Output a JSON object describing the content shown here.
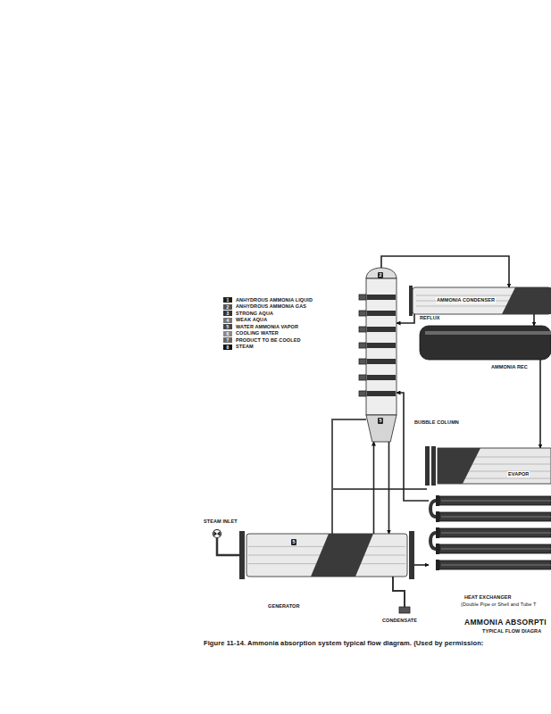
{
  "diagram": {
    "title": "AMMONIA ABSORPTI",
    "caption": "Figure 11-14. Ammonia absorption system typical flow diagram. (Used by permission:",
    "nodes": [
      {
        "text": [
          "AMMONIA CONDENSER"
        ]
      },
      {
        "text": [
          "BUBBLE COLUMN"
        ]
      },
      {
        "text": [
          "AMMONIA REC"
        ]
      },
      {
        "text": [
          "EVAPOR"
        ]
      },
      {
        "text": [
          "GENERATOR"
        ]
      },
      {
        "text": [
          "HEAT EXCHANGER",
          "(Double Pipe or Shell and Tube T"
        ]
      }
    ],
    "edges": [
      {
        "from": 1,
        "to": 0,
        "arrow": "to"
      },
      {
        "from": 0,
        "to": 1,
        "label": "REFLUX",
        "arrow": "to"
      },
      {
        "from": 0,
        "to": 2,
        "arrow": "to"
      },
      {
        "from": 2,
        "to": 3,
        "arrow": "to"
      },
      {
        "from": 1,
        "to": 4,
        "arrow": "to"
      },
      {
        "from": 4,
        "to": 1,
        "arrow": "to"
      },
      {
        "from": 4,
        "to": 5,
        "arrow": "to"
      },
      {
        "from": 5,
        "to": 1,
        "arrow": "to"
      }
    ],
    "labels": [
      "TYPICAL FLOW DIAGRA",
      "STEAM INLET",
      "CONDENSATE",
      "1",
      "2",
      "3",
      "4",
      "5",
      "6",
      "7",
      "8",
      "2",
      "5",
      "5"
    ],
    "legend": [
      {
        "text": "ANHYDROUS AMMONIA LIQUID",
        "color": "#1e1e1e"
      },
      {
        "text": "ANHYDROUS AMMONIA GAS",
        "color": "#555555"
      },
      {
        "text": "STRONG AQUA",
        "color": "#333333"
      },
      {
        "text": "WEAK AQUA",
        "color": "#777777"
      },
      {
        "text": "WATER AMMONIA VAPOR",
        "color": "#444444"
      },
      {
        "text": "COOLING WATER",
        "color": "#8a8a8a"
      },
      {
        "text": "PRODUCT TO BE COOLED",
        "color": "#666666"
      },
      {
        "text": "STEAM",
        "color": "#111111"
      }
    ]
  }
}
